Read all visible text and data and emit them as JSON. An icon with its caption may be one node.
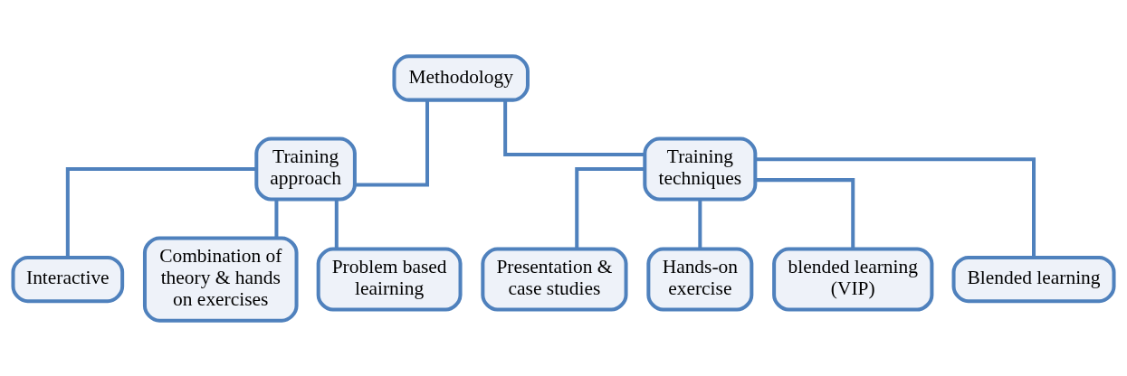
{
  "diagram": {
    "nodes": [
      {
        "text": [
          "Methodology"
        ]
      },
      {
        "text": [
          "Training approach"
        ]
      },
      {
        "text": [
          "Training techniques"
        ]
      },
      {
        "text": [
          "Interactive"
        ]
      },
      {
        "text": [
          "Combination of theory & hands on exercises"
        ]
      },
      {
        "text": [
          "Problem based leairning"
        ]
      },
      {
        "text": [
          "Presentation & case studies"
        ]
      },
      {
        "text": [
          "Hands-on exercise"
        ]
      },
      {
        "text": [
          "blended learning (VIP)"
        ]
      },
      {
        "text": [
          "Blended learning"
        ]
      }
    ],
    "edges": [
      {
        "from": 0,
        "to": 1,
        "arrow": "none"
      },
      {
        "from": 0,
        "to": 2,
        "arrow": "none"
      },
      {
        "from": 1,
        "to": 3,
        "arrow": "none"
      },
      {
        "from": 1,
        "to": 4,
        "arrow": "none"
      },
      {
        "from": 1,
        "to": 5,
        "arrow": "none"
      },
      {
        "from": 2,
        "to": 6,
        "arrow": "none"
      },
      {
        "from": 2,
        "to": 7,
        "arrow": "none"
      },
      {
        "from": 2,
        "to": 8,
        "arrow": "none"
      },
      {
        "from": 2,
        "to": 9,
        "arrow": "none"
      }
    ]
  }
}
